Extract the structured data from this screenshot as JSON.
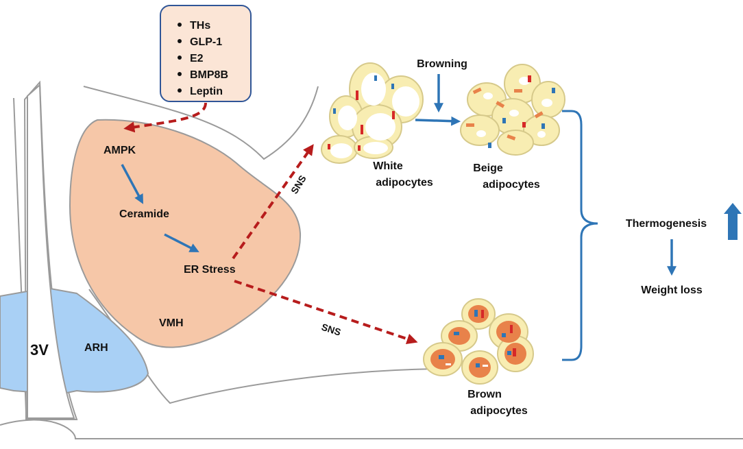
{
  "signals": {
    "items": [
      "THs",
      "GLP-1",
      "E2",
      "BMP8B",
      "Leptin"
    ]
  },
  "nodes": {
    "ampk": "AMPK",
    "ceramide": "Ceramide",
    "er_stress": "ER Stress",
    "vmh": "VMH",
    "arh": "ARH",
    "third_ventricle": "3V"
  },
  "edges": {
    "sns_upper": "SNS",
    "sns_lower": "SNS",
    "browning": "Browning"
  },
  "cells": {
    "white_line1": "White",
    "white_line2": "adipocytes",
    "beige_line1": "Beige",
    "beige_line2": "adipocytes",
    "brown_line1": "Brown",
    "brown_line2": "adipocytes"
  },
  "outcomes": {
    "thermogenesis": "Thermogenesis",
    "weight_loss": "Weight loss"
  },
  "colors": {
    "vmh_fill": "#f6c7a8",
    "arh_fill": "#a9d0f5",
    "signal_box_fill": "#fbe5d6",
    "signal_box_border": "#2f5597",
    "inhibit_arrow": "#b71c1c",
    "activate_arrow": "#2e75b6",
    "cell_body": "#f8edb2",
    "brown_nucleus": "#e8824a"
  }
}
